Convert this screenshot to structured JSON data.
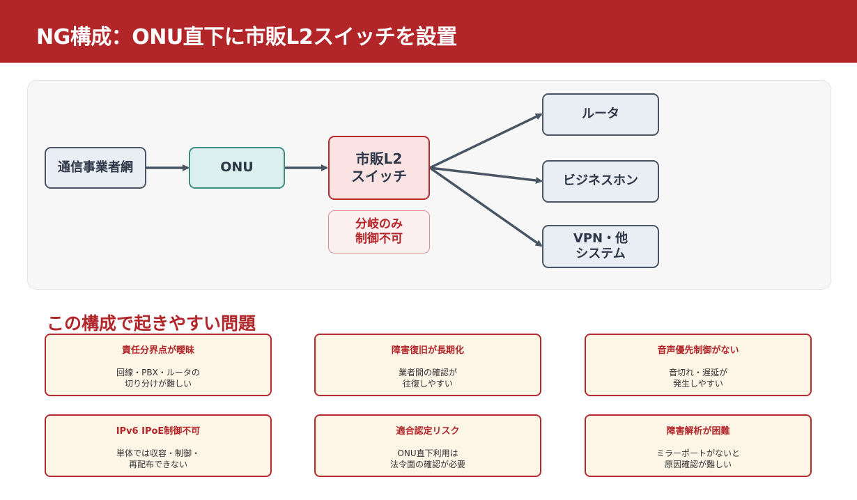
{
  "header": {
    "title": "NG構成：ONU直下に市販L2スイッチを設置"
  },
  "diagram": {
    "nodes": {
      "carrier": "通信事業者網",
      "onu": "ONU",
      "l2": "市販L2\nスイッチ",
      "l2_note": "分岐のみ\n制御不可",
      "router": "ルータ",
      "bizphone": "ビジネスホン",
      "vpn": "VPN・他\nシステム"
    }
  },
  "issues": {
    "title": "この構成で起きやすい問題",
    "cards": [
      {
        "title": "責任分界点が曖昧",
        "body": "回線・PBX・ルータの\n切り分けが難しい"
      },
      {
        "title": "障害復旧が長期化",
        "body": "業者間の確認が\n往復しやすい"
      },
      {
        "title": "音声優先制御がない",
        "body": "音切れ・遅延が\n発生しやすい"
      },
      {
        "title": "IPv6 IPoE制御不可",
        "body": "単体では収容・制御・\n再配布できない"
      },
      {
        "title": "適合認定リスク",
        "body": "ONU直下利用は\n法令面の確認が必要"
      },
      {
        "title": "障害解析が困難",
        "body": "ミラーポートがないと\n原因確認が難しい"
      }
    ]
  },
  "colors": {
    "accent_red": "#b22629",
    "edge": "#4a5563",
    "card_bg": "#fdf6e7",
    "node_bg": "#e9edf4",
    "onu_bg": "#dcf1ef"
  }
}
